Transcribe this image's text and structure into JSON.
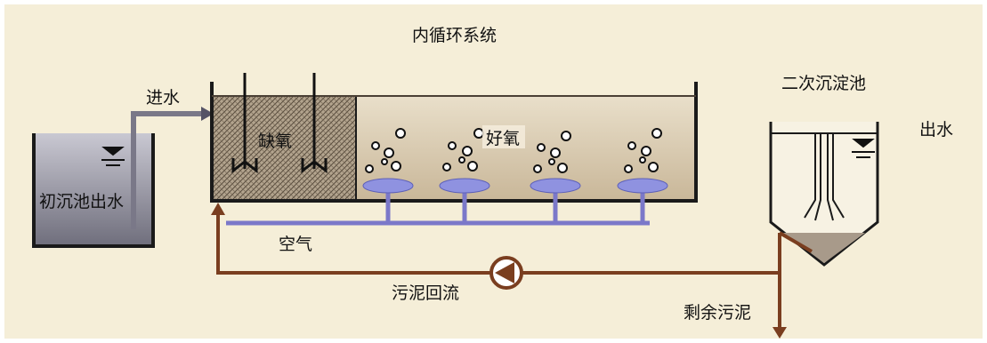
{
  "labels": {
    "internal_recycle": "内循环系统",
    "inflow": "进水",
    "primary_effluent": "初沉池出水",
    "anoxic": "缺氧",
    "aerobic": "好氧",
    "air": "空气",
    "sludge_return": "污泥回流",
    "secondary_clarifier": "二次沉淀池",
    "effluent": "出水",
    "excess_sludge": "剩余污泥"
  },
  "colors": {
    "background": "#f5eed8",
    "tank_outline": "#1a1a1a",
    "anoxic_fill": "#9e8e78",
    "aerobic_fill": "#d9cab1",
    "sludge_pipe": "#7a3e1f",
    "air_pipe": "#7b78c9",
    "diffuser": "#8f92e0",
    "primary_water": "#8c8a98",
    "clarifier_sludge": "#a89a8a"
  }
}
